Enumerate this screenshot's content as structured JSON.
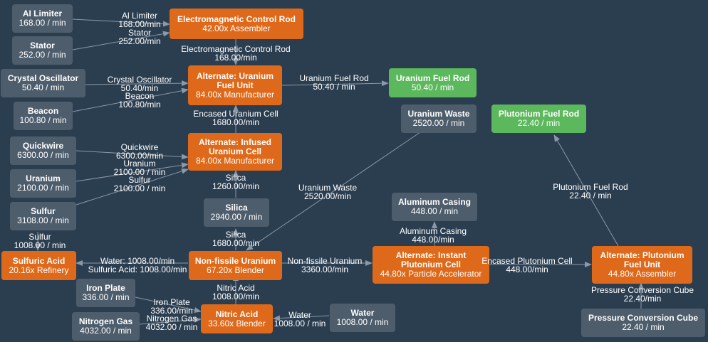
{
  "nodes": {
    "al_limiter": {
      "title": "AI Limiter",
      "rate": "168.00 / min"
    },
    "stator": {
      "title": "Stator",
      "rate": "252.00 / min"
    },
    "crystal_osc": {
      "title": "Crystal Oscillator",
      "rate": "50.40 / min"
    },
    "beacon": {
      "title": "Beacon",
      "rate": "100.80 / min"
    },
    "quickwire": {
      "title": "Quickwire",
      "rate": "6300.00 / min"
    },
    "uranium": {
      "title": "Uranium",
      "rate": "2100.00 / min"
    },
    "sulfur": {
      "title": "Sulfur",
      "rate": "3108.00 / min"
    },
    "sulfuric_acid": {
      "title": "Sulfuric Acid",
      "rate": "20.16x Refinery"
    },
    "iron_plate": {
      "title": "Iron Plate",
      "rate": "336.00 / min"
    },
    "nitrogen_gas": {
      "title": "Nitrogen Gas",
      "rate": "4032.00 / min"
    },
    "em_control_rod": {
      "title": "Electromagnetic Control Rod",
      "rate": "42.00x Assembler"
    },
    "alt_uranium_fuel_unit": {
      "title": "Alternate: Uranium Fuel Unit",
      "rate": "84.00x Manufacturer"
    },
    "alt_infused_uranium_cell": {
      "title": "Alternate: Infused Uranium Cell",
      "rate": "84.00x Manufacturer"
    },
    "silica": {
      "title": "Silica",
      "rate": "2940.00 / min"
    },
    "non_fissile_uranium": {
      "title": "Non-fissile Uranium",
      "rate": "67.20x Blender"
    },
    "nitric_acid": {
      "title": "Nitric Acid",
      "rate": "33.60x Blender"
    },
    "water": {
      "title": "Water",
      "rate": "1008.00 / min"
    },
    "uranium_fuel_rod": {
      "title": "Uranium Fuel Rod",
      "rate": "50.40 / min"
    },
    "uranium_waste": {
      "title": "Uranium Waste",
      "rate": "2520.00 / min"
    },
    "aluminum_casing": {
      "title": "Aluminum Casing",
      "rate": "448.00 / min"
    },
    "alt_instant_plutonium_cell": {
      "title": "Alternate: Instant Plutonium Cell",
      "rate": "44.80x Particle Accelerator"
    },
    "plutonium_fuel_rod": {
      "title": "Plutonium Fuel Rod",
      "rate": "22.40 / min"
    },
    "alt_plutonium_fuel_unit": {
      "title": "Alternate: Plutonium Fuel Unit",
      "rate": "44.80x Assembler"
    },
    "pressure_conversion_cube": {
      "title": "Pressure Conversion Cube",
      "rate": "22.40 / min"
    }
  },
  "edge_labels": {
    "al_limiter": [
      "Al Limiter",
      "168.00/min"
    ],
    "stator": [
      "Stator",
      "252.00/min"
    ],
    "em_control_rod": [
      "Electromagnetic Control Rod",
      "168.00/min"
    ],
    "crystal_osc": [
      "Crystal Oscillator",
      "50.40/min"
    ],
    "beacon": [
      "Beacon",
      "100.80/min"
    ],
    "uranium_fuel_rod": [
      "Uranium Fuel Rod",
      "50.40 / min"
    ],
    "encased_uranium_cell": [
      "Encased Uranium Cell",
      "1680.00/min"
    ],
    "quickwire": [
      "Quickwire",
      "6300.00/min"
    ],
    "uranium": [
      "Uranium",
      "2100.00 / min"
    ],
    "sulfur": [
      "Sulfur",
      "2100.00 / min"
    ],
    "silica_top": [
      "Silica",
      "1260.00/min"
    ],
    "silica_bottom": [
      "Silica",
      "1680.00/min"
    ],
    "sulfur_left": [
      "Sulfur",
      "1008.00 / min"
    ],
    "water_sulfuric": [
      "Water: 1008.00/min",
      "Sulfuric Acid: 1008.00/min"
    ],
    "uranium_waste": [
      "Uranium Waste",
      "2520.00/min"
    ],
    "aluminum_casing": [
      "Aluminum Casing",
      "448.00/min"
    ],
    "non_fissile": [
      "Non-fissile Uranium",
      "3360.00/min"
    ],
    "encased_plutonium": [
      "Encased Plutonium Cell",
      "448.00/min"
    ],
    "plutonium_fuel_rod": [
      "Plutonium Fuel Rod",
      "22.40 / min"
    ],
    "pressure_cube": [
      "Pressure Conversion Cube",
      "22.40/min"
    ],
    "nitric_acid": [
      "Nitric Acid",
      "1008.00/min"
    ],
    "iron_plate": [
      "Iron Plate",
      "336.00/min"
    ],
    "nitrogen_gas": [
      "Nitrogen Gas",
      "4032.00 / min"
    ],
    "water": [
      "Water",
      "1008.00 / min"
    ]
  }
}
